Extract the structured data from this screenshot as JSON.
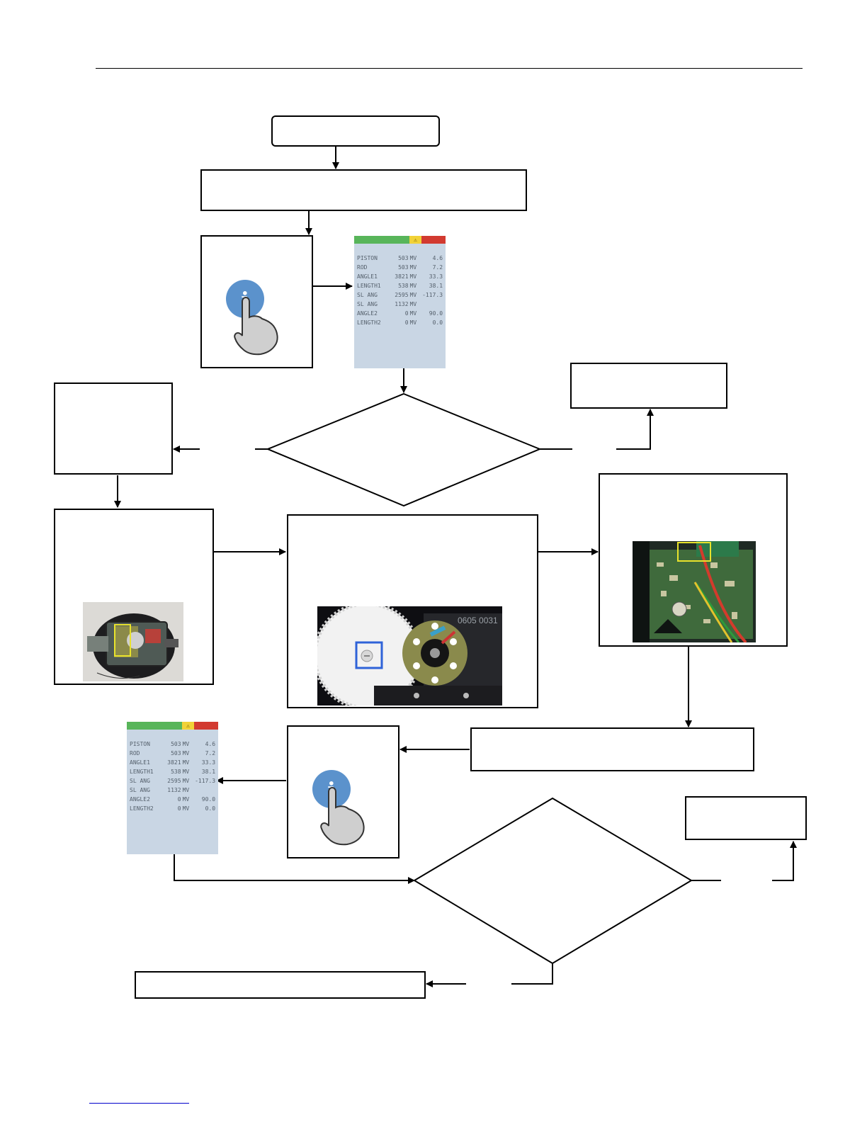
{
  "flowchart": {
    "start_box": "",
    "step1_box": "",
    "decision1": {
      "text": "",
      "left_label": "",
      "right_label": ""
    },
    "result1_box": "",
    "left_step_box": "",
    "remove_cover_box": "",
    "gear_adjust_box": "",
    "board_box": "",
    "wait_box": "",
    "decision2": {
      "text": "",
      "right_label": "",
      "bottom_label": ""
    },
    "result2_box": "",
    "final_box": ""
  },
  "info_button": {
    "icon": "info-icon",
    "glyph": "i",
    "color": "#5b92cc"
  },
  "lcd_screen": {
    "warning_glyph": "⚠",
    "rows": [
      {
        "name": "PISTON",
        "mv": "503",
        "unit": "MV",
        "value": "4.6"
      },
      {
        "name": "ROD",
        "mv": "503",
        "unit": "MV",
        "value": "7.2"
      },
      {
        "name": "ANGLE1",
        "mv": "3821",
        "unit": "MV",
        "value": "33.3"
      },
      {
        "name": "LENGTH1",
        "mv": "538",
        "unit": "MV",
        "value": "38.1"
      },
      {
        "name": "SL ANG",
        "mv": "2595",
        "unit": "MV",
        "value": "-117.3"
      },
      {
        "name": "SL ANG",
        "mv": "1132",
        "unit": "MV",
        "value": ""
      },
      {
        "name": "ANGLE2",
        "mv": "0",
        "unit": "MV",
        "value": "90.0"
      },
      {
        "name": "LENGTH2",
        "mv": "0",
        "unit": "MV",
        "value": "0.0"
      }
    ]
  },
  "gear_photo": {
    "label": "0605 0031"
  },
  "colors": {
    "lcd_green": "#58b55a",
    "lcd_yellow": "#f1d237",
    "lcd_red": "#d23a30",
    "highlight_blue": "#2f63d8",
    "highlight_yellow": "#e8e22c"
  }
}
